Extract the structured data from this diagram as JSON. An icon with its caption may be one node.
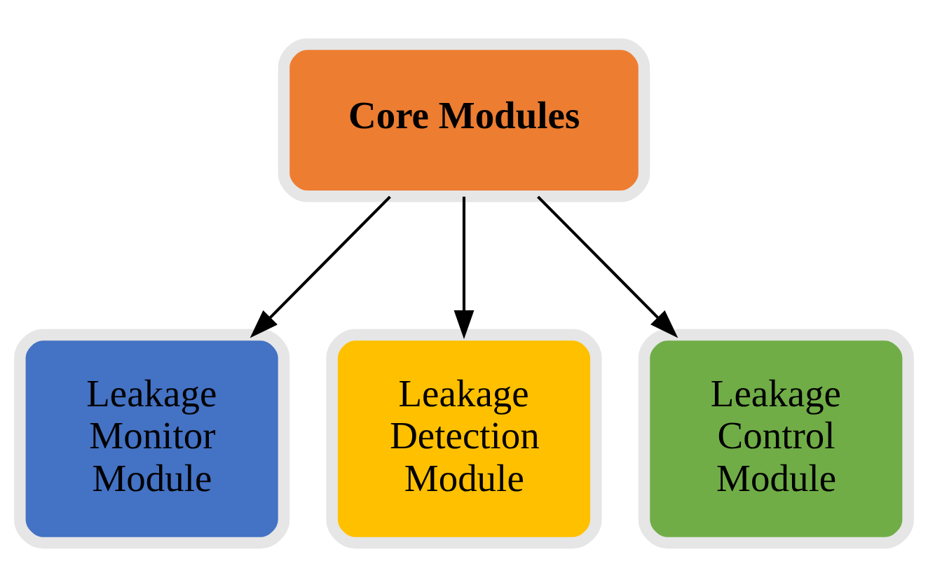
{
  "diagram": {
    "nodes": [
      {
        "text": [
          "Core Modules"
        ]
      },
      {
        "text": [
          "Leakage Monitor Module"
        ]
      },
      {
        "text": [
          "Leakage Detection Module"
        ]
      },
      {
        "text": [
          "Leakage Control Module"
        ]
      }
    ],
    "edges": [
      {
        "from": 0,
        "to": 1,
        "arrow": "to"
      },
      {
        "from": 0,
        "to": 2,
        "arrow": "to"
      },
      {
        "from": 0,
        "to": 3,
        "arrow": "to"
      }
    ]
  }
}
